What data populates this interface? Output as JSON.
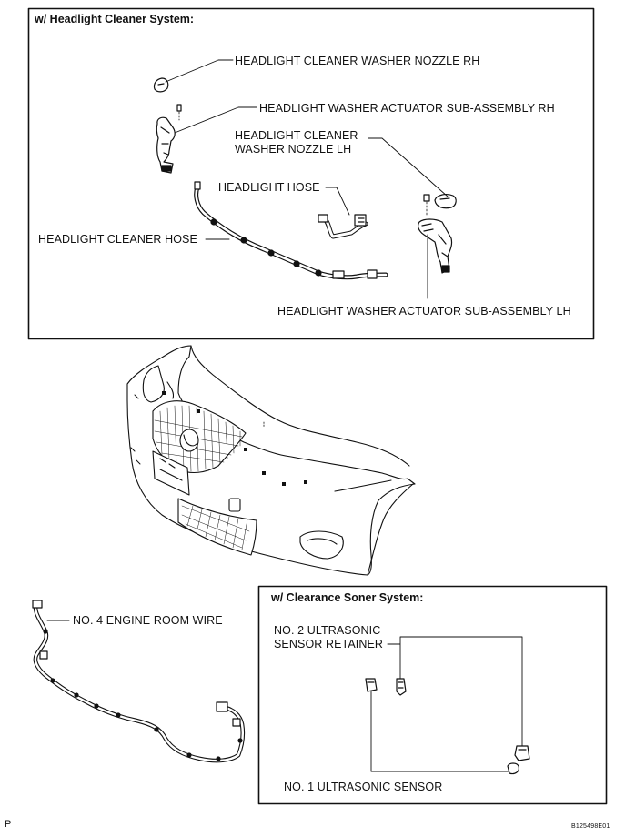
{
  "headlight_box": {
    "title": "w/ Headlight Cleaner System:",
    "labels": {
      "nozzle_rh": "HEADLIGHT CLEANER WASHER NOZZLE RH",
      "actuator_rh": "HEADLIGHT WASHER ACTUATOR SUB-ASSEMBLY RH",
      "nozzle_lh": "HEADLIGHT CLEANER\nWASHER NOZZLE LH",
      "headlight_hose": "HEADLIGHT HOSE",
      "cleaner_hose": "HEADLIGHT CLEANER HOSE",
      "actuator_lh": "HEADLIGHT WASHER ACTUATOR SUB-ASSEMBLY LH"
    }
  },
  "engine_wire_label": "NO. 4 ENGINE ROOM WIRE",
  "sonar_box": {
    "title": "w/ Clearance Soner System:",
    "labels": {
      "retainer": "NO. 2 ULTRASONIC\nSENSOR RETAINER",
      "sensor": "NO. 1 ULTRASONIC SENSOR"
    }
  },
  "footer": {
    "left_letter": "P",
    "figure_code": "B125498E01"
  }
}
